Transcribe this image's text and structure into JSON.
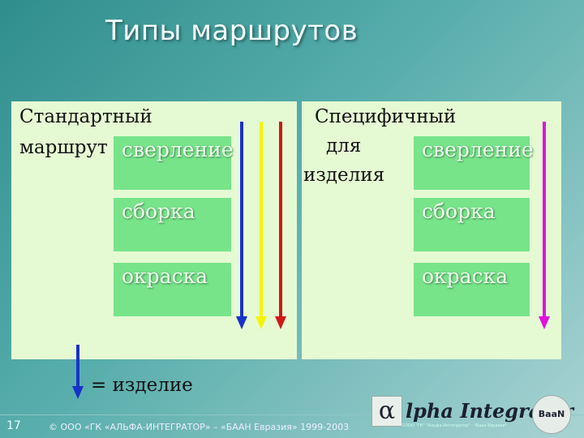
{
  "slide": {
    "title": "Типы маршрутов",
    "page_number": "17",
    "copyright": "© ООО «ГК «АЛЬФА-ИНТЕГРАТОР» – «БААН Евразия» 1999-2003"
  },
  "left_panel": {
    "caption_line1": "Стандартный",
    "caption_line2": "маршрут",
    "steps": [
      "сверление",
      "сборка",
      "окраска"
    ]
  },
  "right_panel": {
    "caption_line1": "Специфичный",
    "caption_line2": "для",
    "caption_line3": "изделия",
    "steps": [
      "сверление",
      "сборка",
      "окраска"
    ]
  },
  "legend": {
    "text": "= изделие",
    "arrow_color": "#1733c8"
  },
  "arrow_colors": {
    "blue": "#1733c8",
    "yellow": "#f5f500",
    "red": "#d01818",
    "magenta": "#e010e0"
  },
  "logo": {
    "alpha_glyph": "α",
    "text": "lpha Integrator",
    "subtext": "©ООО \"ГК\" \"Альфа-Интегратор\" - \"Баан Евразия\"",
    "partner": "BaaN"
  }
}
